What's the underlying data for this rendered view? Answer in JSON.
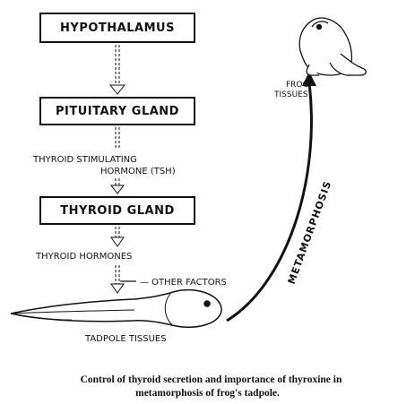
{
  "diagram": {
    "boxes": {
      "hypothalamus": "HYPOTHALAMUS",
      "pituitary": "PITUITARY GLAND",
      "thyroid": "THYROID GLAND"
    },
    "labels": {
      "tsh_line1": "THYROID STIMULATING",
      "tsh_line2": "HORMONE (TSH)",
      "thyroid_hormones": "THYROID HORMONES",
      "other_factors": "— OTHER FACTORS",
      "tadpole_tissues": "TADPOLE TISSUES",
      "frog_tissues_line1": "FROG",
      "frog_tissues_line2": "TISSUES",
      "metamorphosis": "METAMORPHOSIS"
    }
  },
  "caption": {
    "line1": "Control of thyroid secretion and importance of thyroxine in",
    "line2": "metamorphosis of frog's tadpole."
  },
  "colors": {
    "ink": "#111111",
    "background": "#ffffff"
  }
}
